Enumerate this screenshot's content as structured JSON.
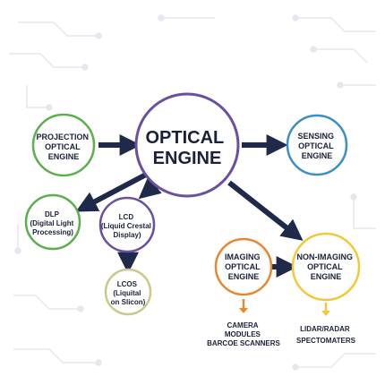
{
  "nodes": {
    "optical_engine": {
      "lines": [
        "OPTICAL",
        "ENGINE"
      ],
      "color": "#6b4fa0"
    },
    "projection": {
      "lines": [
        "PROJECTION",
        "OPTICAL",
        "ENGINE"
      ],
      "color": "#5cae4e"
    },
    "sensing": {
      "lines": [
        "SENSING",
        "OPTICAL",
        "ENGINE"
      ],
      "color": "#3b8fc4"
    },
    "dlp": {
      "lines": [
        "DLP",
        "(Digital Light",
        "Processing)"
      ],
      "color": "#5cae4e"
    },
    "lcd": {
      "lines": [
        "LCD",
        "(Liquid Crestal",
        "Display)"
      ],
      "color": "#6b4fa0"
    },
    "lcos": {
      "lines": [
        "LCOS",
        "(Liquital",
        "on Slicon)"
      ],
      "color": "#c9c98a"
    },
    "imaging": {
      "lines": [
        "IMAGING",
        "OPTICAL",
        "ENGINE"
      ],
      "color": "#e8882e"
    },
    "non_imaging": {
      "lines": [
        "NON-IMAGING",
        "OPTICAL",
        "ENGINE"
      ],
      "color": "#f2c935"
    }
  },
  "leaves": {
    "imaging_apps": {
      "lines": [
        "CAMERA",
        "MODULES",
        "BARCOE SCANNERS"
      ]
    },
    "non_imaging_apps": {
      "lines": [
        "LIDAR/RADAR",
        "SPECTOMATERS"
      ]
    }
  },
  "colors": {
    "arrow": "#1f2a4a",
    "circuit": "#e3e8ef",
    "imaging_arrow": "#e8882e",
    "non_imaging_arrow": "#f2c935"
  }
}
